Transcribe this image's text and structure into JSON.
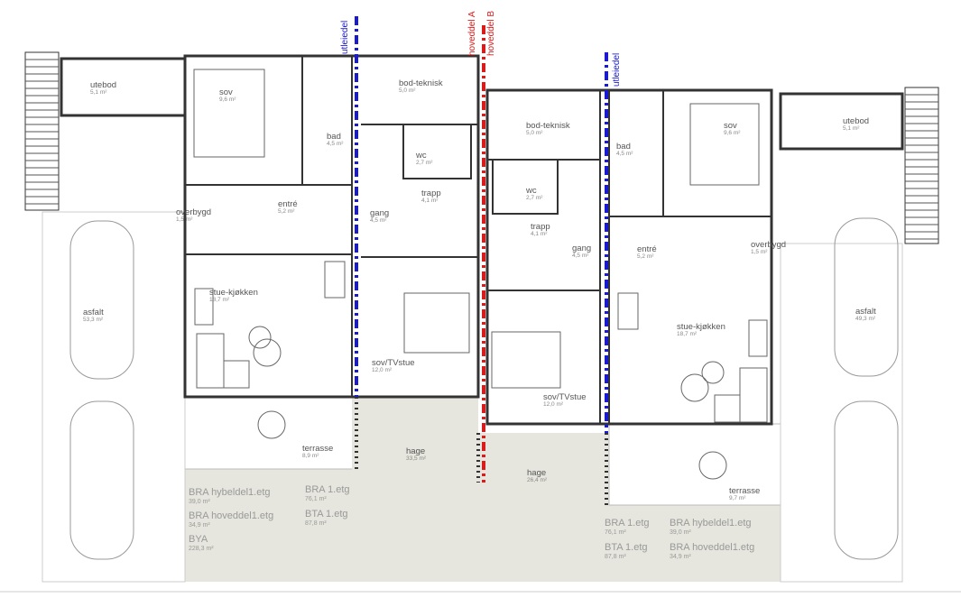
{
  "markers": {
    "utleiedel_left": "utleiedel",
    "hoveddel_a": "hoveddel A",
    "hoveddel_b": "hoveddel B",
    "utleiedel_right": "utleiedel"
  },
  "colors": {
    "utleiedel_line": "#1a1ad0",
    "hoveddel_line": "#d81b1b",
    "outdoor_area": "#e6e6de",
    "wall": "#333333"
  },
  "rooms": [
    {
      "name": "utebod",
      "area": "5,1 m²"
    },
    {
      "name": "sov",
      "area": "9,6 m²"
    },
    {
      "name": "bad",
      "area": "4,5 m²"
    },
    {
      "name": "bod-teknisk",
      "area": "5,0 m²"
    },
    {
      "name": "wc",
      "area": "2,7 m²"
    },
    {
      "name": "trapp",
      "area": "4,1 m²"
    },
    {
      "name": "gang",
      "area": "4,5 m²"
    },
    {
      "name": "entré",
      "area": "5,2 m²"
    },
    {
      "name": "overbygd",
      "area": "1,5 m²"
    },
    {
      "name": "stue-kjøkken",
      "area": "18,7 m²"
    },
    {
      "name": "sov/TVstue",
      "area": "12,0 m²"
    },
    {
      "name": "asfalt",
      "area": "53,3 m²"
    },
    {
      "name": "terrasse",
      "area": "8,9 m²"
    },
    {
      "name": "hage",
      "area": "33,5 m²"
    },
    {
      "name": "bod-teknisk",
      "area": "5,0 m²"
    },
    {
      "name": "wc",
      "area": "2,7 m²"
    },
    {
      "name": "trapp",
      "area": "4,1 m²"
    },
    {
      "name": "gang",
      "area": "4,5 m²"
    },
    {
      "name": "bad",
      "area": "4,5 m²"
    },
    {
      "name": "sov",
      "area": "9,6 m²"
    },
    {
      "name": "utebod",
      "area": "5,1 m²"
    },
    {
      "name": "entré",
      "area": "5,2 m²"
    },
    {
      "name": "overbygd",
      "area": "1,5 m²"
    },
    {
      "name": "stue-kjøkken",
      "area": "18,7 m²"
    },
    {
      "name": "sov/TVstue",
      "area": "12,0 m²"
    },
    {
      "name": "asfalt",
      "area": "49,3 m²"
    },
    {
      "name": "hage",
      "area": "26,4 m²"
    },
    {
      "name": "terrasse",
      "area": "9,7 m²"
    }
  ],
  "summary": [
    {
      "name": "BRA hybeldel1.etg",
      "area": "39,0 m²"
    },
    {
      "name": "BRA hoveddel1.etg",
      "area": "34,9 m²"
    },
    {
      "name": "BYA",
      "area": "228,3 m²"
    },
    {
      "name": "BRA 1.etg",
      "area": "76,1 m²"
    },
    {
      "name": "BTA 1.etg",
      "area": "87,8 m²"
    },
    {
      "name": "BRA 1.etg",
      "area": "76,1 m²"
    },
    {
      "name": "BTA 1.etg",
      "area": "87,8 m²"
    },
    {
      "name": "BRA hybeldel1.etg",
      "area": "39,0 m²"
    },
    {
      "name": "BRA hoveddel1.etg",
      "area": "34,9 m²"
    }
  ]
}
